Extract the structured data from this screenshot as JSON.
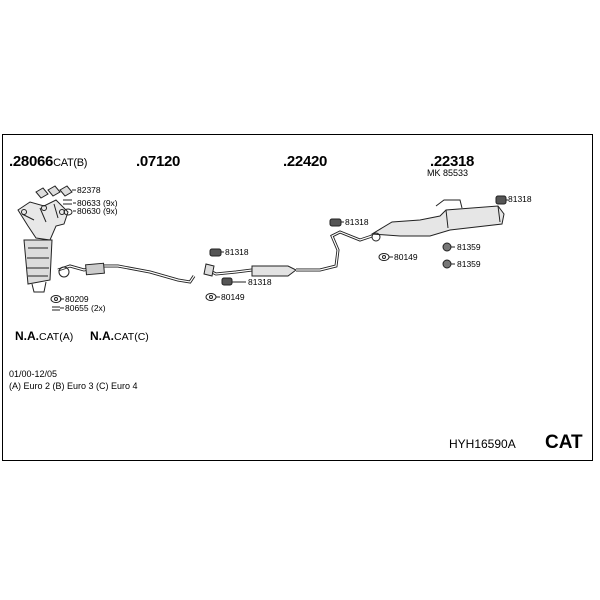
{
  "groups": [
    {
      "number": ".28066",
      "suffix": "CAT(B)"
    },
    {
      "number": ".07120",
      "suffix": ""
    },
    {
      "number": ".22420",
      "suffix": ""
    },
    {
      "number": ".22318",
      "suffix": ""
    }
  ],
  "kit": {
    "prefix": "MK",
    "number": "85533"
  },
  "parts": {
    "p82378": "82378",
    "p80633": "80633 (9x)",
    "p80630": "80630 (9x)",
    "p80209": "80209",
    "p80655": "80655 (2x)",
    "p81318_a": "81318",
    "p81318_b": "81318",
    "p80149_a": "80149",
    "p81318_c": "81318",
    "p80149_b": "80149",
    "p81318_d": "81318",
    "p81359_a": "81359",
    "p81359_b": "81359"
  },
  "na_items": [
    {
      "label": "N.A.",
      "suffix": "CAT(A)"
    },
    {
      "label": "N.A.",
      "suffix": "CAT(C)"
    }
  ],
  "notes": {
    "date_range": "01/00-12/05",
    "euro": "(A) Euro 2 (B) Euro 3 (C) Euro 4"
  },
  "code": "HYH16590A",
  "category": "CAT"
}
